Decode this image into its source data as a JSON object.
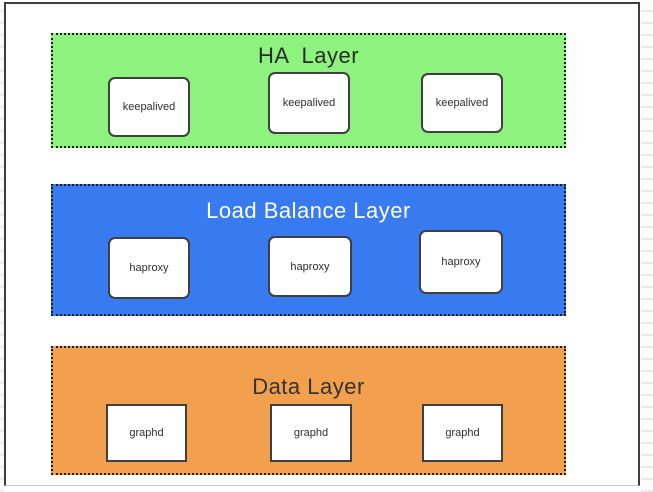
{
  "diagram": {
    "layers": [
      {
        "id": "ha",
        "title": "HA  Layer",
        "fill_color": "#8ef37e",
        "title_color": "#2b2b2b",
        "nodes": [
          "keepalived",
          "keepalived",
          "keepalived"
        ]
      },
      {
        "id": "lb",
        "title": "Load Balance Layer",
        "fill_color": "#387bf0",
        "title_color": "#ffffff",
        "nodes": [
          "haproxy",
          "haproxy",
          "haproxy"
        ]
      },
      {
        "id": "data",
        "title": "Data Layer",
        "fill_color": "#f2a04d",
        "title_color": "#333333",
        "nodes": [
          "graphd",
          "graphd",
          "graphd"
        ]
      }
    ]
  }
}
